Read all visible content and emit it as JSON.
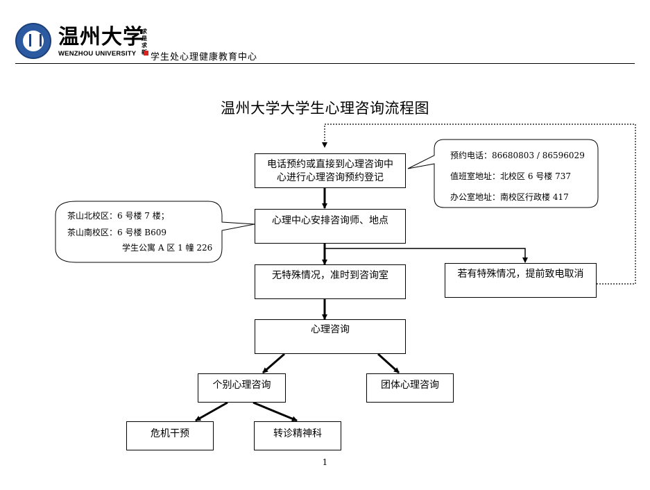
{
  "header": {
    "university_cn": "温州大学",
    "motto": "求是求新",
    "university_en": "WENZHOU UNIVERSITY",
    "department": "学生处心理健康教育中心"
  },
  "title": "温州大学大学生心理咨询流程图",
  "nodes": {
    "appointment": "电话预约或直接到心理咨询中心进行心理咨询预约登记",
    "arrange": "心理中心安排咨询师、地点",
    "on_time": "无特殊情况，准时到咨询室",
    "cancel": "若有特殊情况，提前致电取消",
    "counseling": "心理咨询",
    "individual": "个别心理咨询",
    "group": "团体心理咨询",
    "crisis": "危机干预",
    "referral": "转诊精神科"
  },
  "callouts": {
    "contact": [
      "预约电话：86680803 / 86596029",
      "值班室地址：北校区 6 号楼 737",
      "办公室地址：南校区行政楼 417"
    ],
    "locations": [
      "茶山北校区：6 号楼 7 楼；",
      "茶山南校区：6 号楼 B609",
      "学生公寓 A 区 1 幢 226"
    ]
  },
  "page_number": "1",
  "colors": {
    "logo_blue": "#2c5aa0",
    "seal_red": "#dd2222",
    "line": "#000000"
  }
}
